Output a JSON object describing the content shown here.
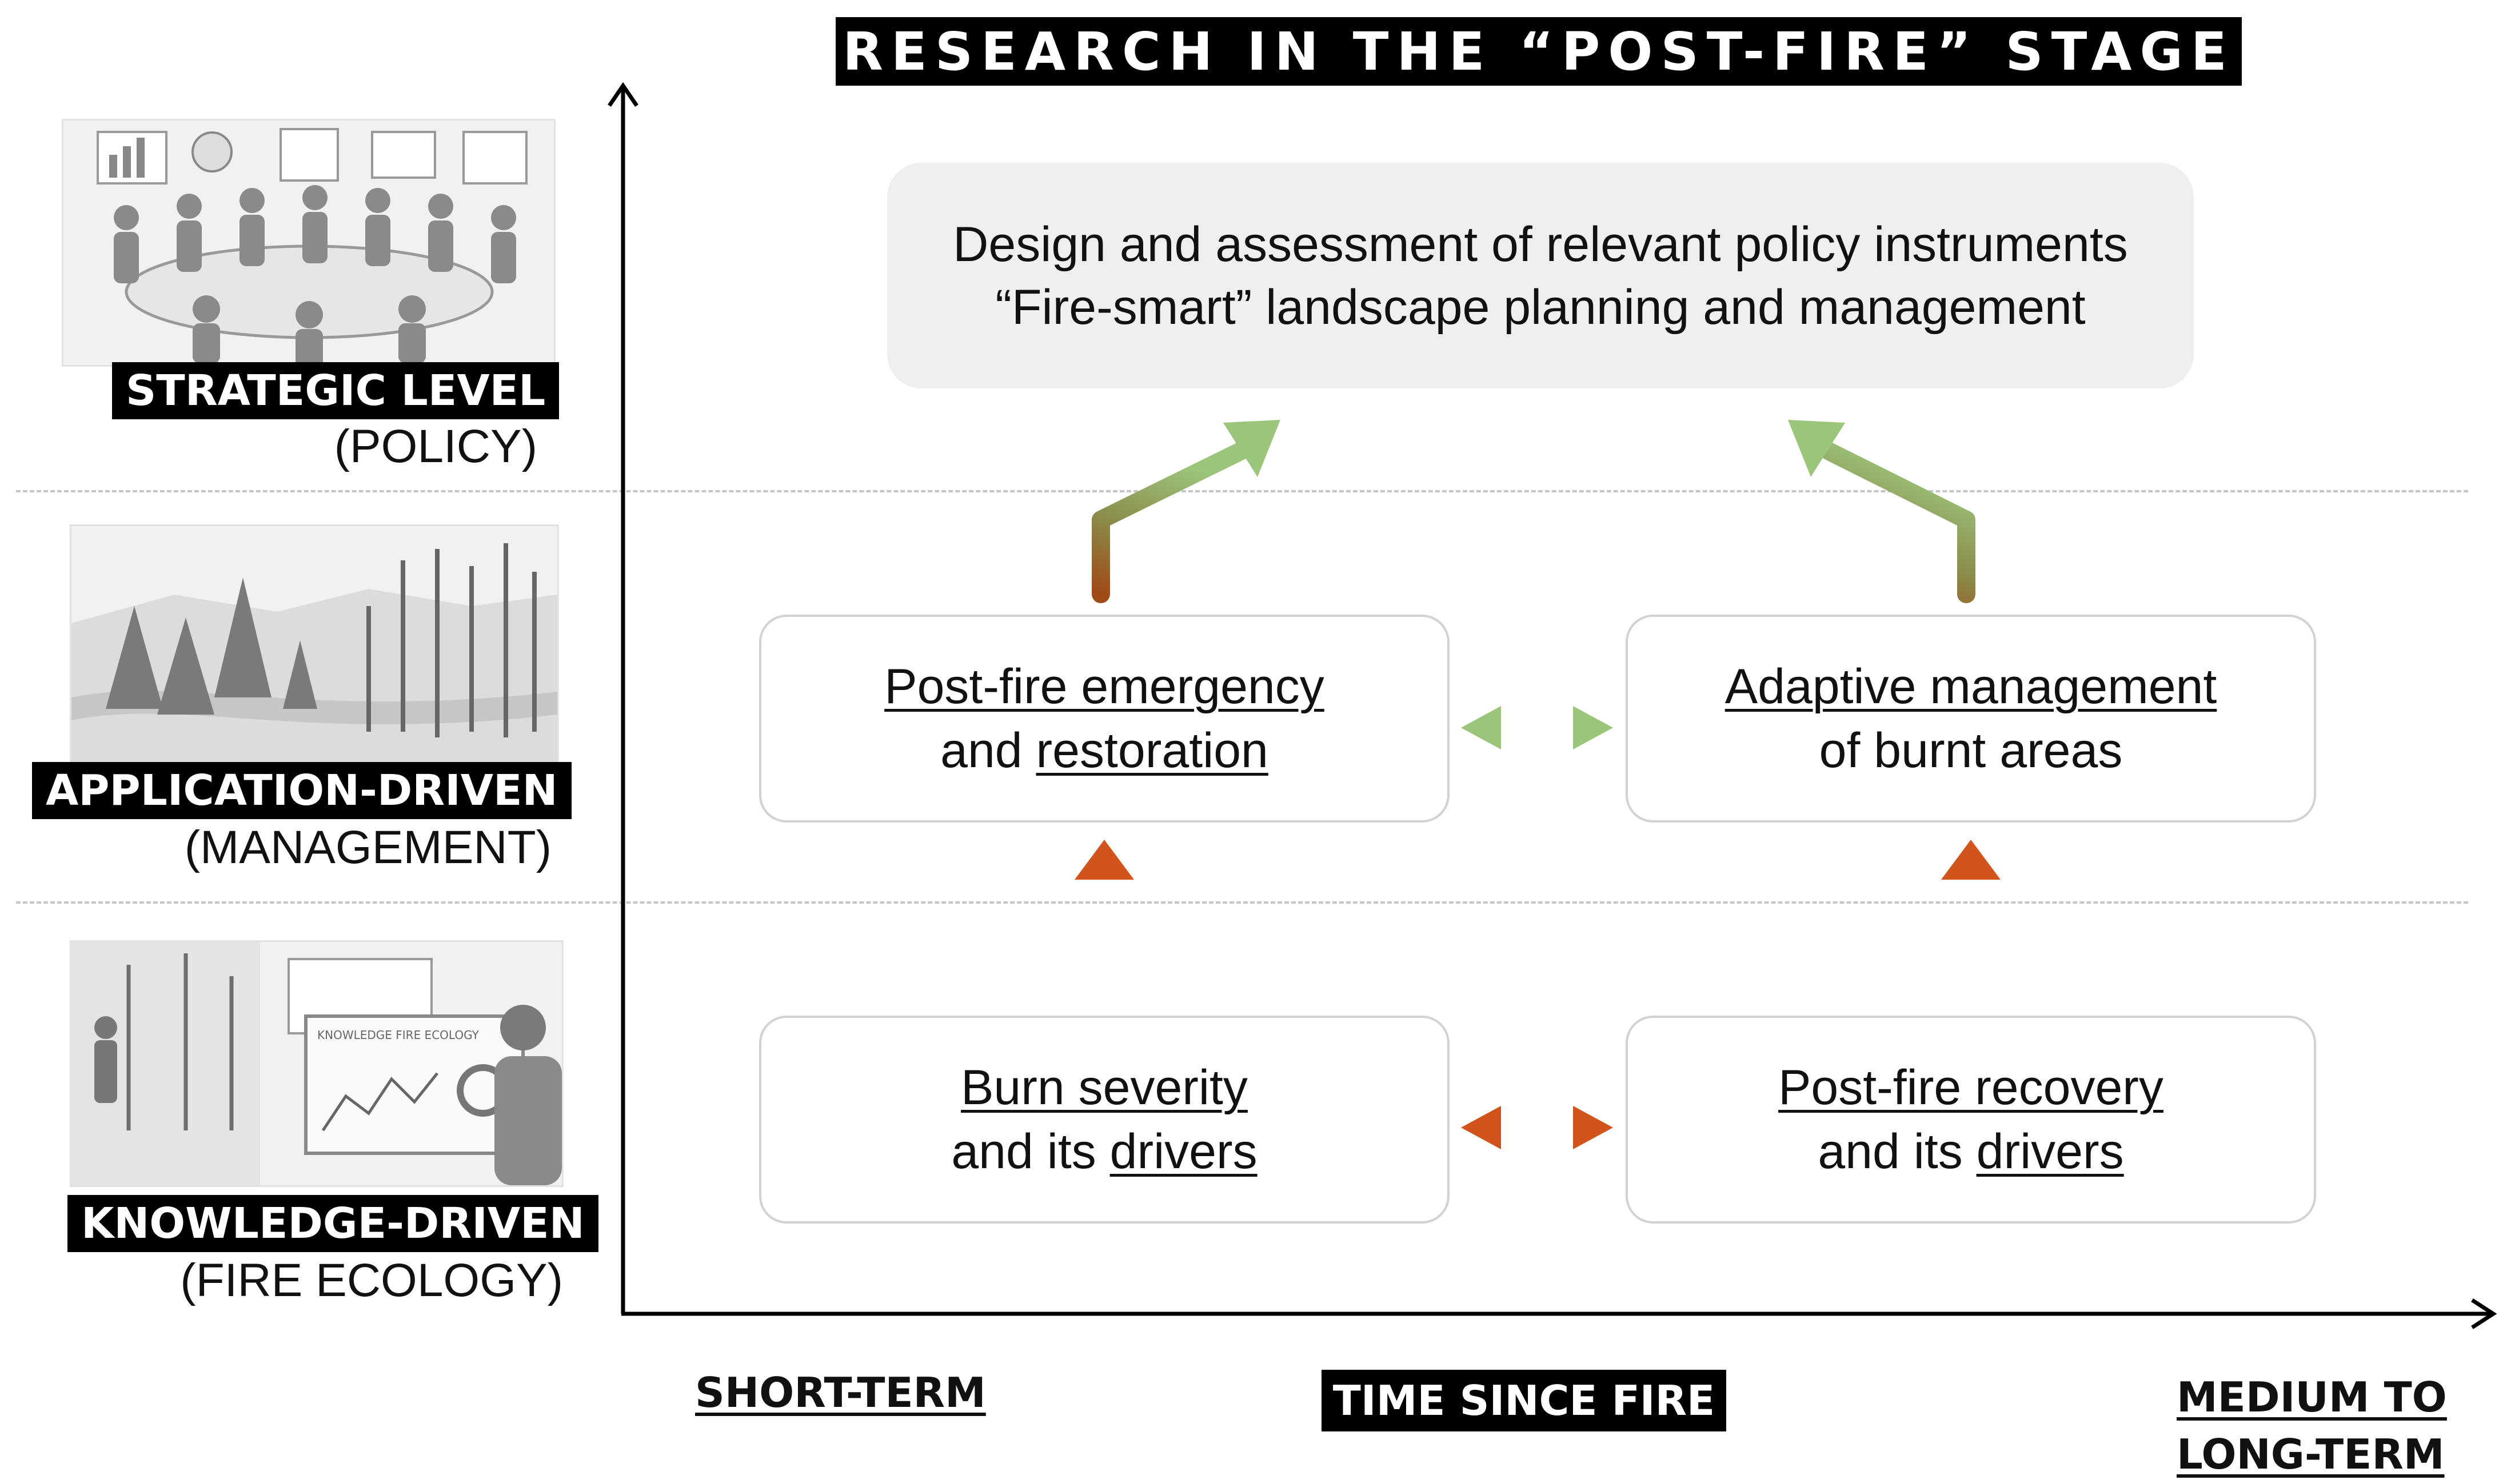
{
  "title": "RESEARCH IN THE “POST-FIRE” STAGE",
  "levels": [
    {
      "tag": "STRATEGIC LEVEL",
      "sub": "(POLICY)"
    },
    {
      "tag": "APPLICATION-DRIVEN",
      "sub": "(MANAGEMENT)"
    },
    {
      "tag": "KNOWLEDGE-DRIVEN",
      "sub": "(FIRE ECOLOGY)"
    }
  ],
  "policy_box": {
    "line1": "Design and assessment of relevant policy instruments",
    "line2": "“Fire-smart” landscape planning and management"
  },
  "boxes": {
    "emergency": {
      "part1": "Post-fire emergency",
      "part2": "and ",
      "part3": "restoration"
    },
    "adaptive": {
      "part1": "Adaptive management",
      "part2": "of burnt areas"
    },
    "severity": {
      "part1": "Burn severity",
      "part2": "and its ",
      "part3": "drivers"
    },
    "recovery": {
      "part1": "Post-fire recovery",
      "part2": "and its ",
      "part3": "drivers"
    }
  },
  "illustration_text": {
    "screen_caption": "KNOWLEDGE FIRE ECOLOGY"
  },
  "axis": {
    "short": "SHORT-TERM",
    "center": "TIME SINCE FIRE",
    "long_line1": "MEDIUM TO",
    "long_line2": "LONG-TERM"
  },
  "colors": {
    "arrow_orange": "#d0541b",
    "arrow_green": "#9cc57c",
    "arrow_dark": "#2b2b2b"
  }
}
